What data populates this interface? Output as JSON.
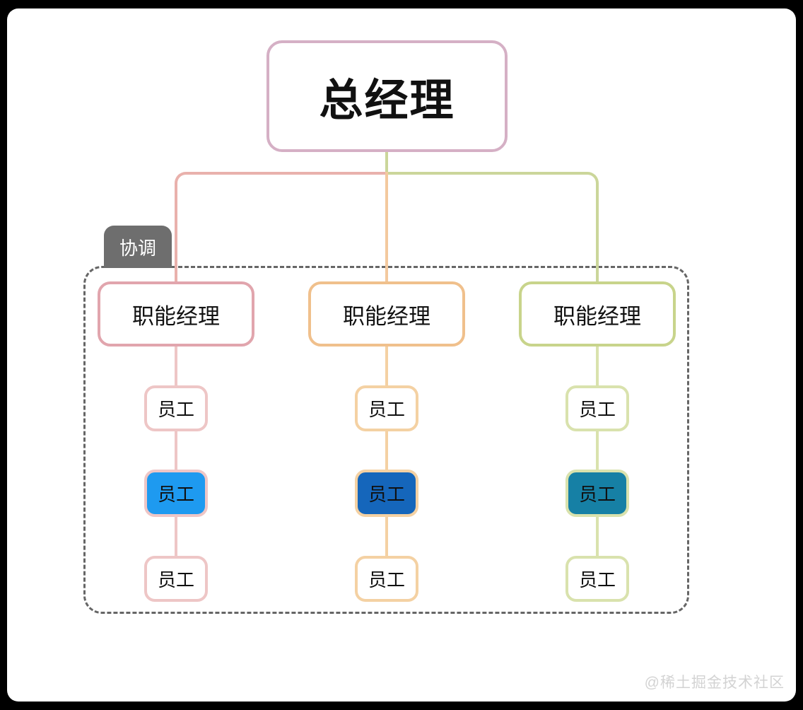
{
  "diagram": {
    "root": {
      "label": "总经理"
    },
    "coordination_tag": {
      "label": "协调"
    },
    "columns": [
      {
        "manager": {
          "label": "职能经理"
        },
        "employees": [
          {
            "label": "员工",
            "highlighted": false
          },
          {
            "label": "员工",
            "highlighted": true
          },
          {
            "label": "员工",
            "highlighted": false
          }
        ]
      },
      {
        "manager": {
          "label": "职能经理"
        },
        "employees": [
          {
            "label": "员工",
            "highlighted": false
          },
          {
            "label": "员工",
            "highlighted": true
          },
          {
            "label": "员工",
            "highlighted": false
          }
        ]
      },
      {
        "manager": {
          "label": "职能经理"
        },
        "employees": [
          {
            "label": "员工",
            "highlighted": false
          },
          {
            "label": "员工",
            "highlighted": true
          },
          {
            "label": "员工",
            "highlighted": false
          }
        ]
      }
    ],
    "watermark": "@稀土掘金技术社区"
  },
  "colors": {
    "canvas-bg": "#000000",
    "card-bg": "#ffffff",
    "node-text": "#111111",
    "ceo-border": "#d5b0c5",
    "dash-border": "#666666",
    "tab-bg": "#6e6e6e",
    "tab-fg": "#ffffff",
    "col1-branch": "#e9b1ac",
    "col1-manager-border": "#e1a5ad",
    "col1-emp-border": "#eec6c6",
    "col1-highlight": "#1e9af0",
    "col2-branch": "#f3c99e",
    "col2-manager-border": "#f0c08c",
    "col2-emp-border": "#f4d1a3",
    "col2-highlight": "#1566bb",
    "col3-branch": "#cbd69a",
    "col3-manager-border": "#c8d48b",
    "col3-emp-border": "#d9e2ad",
    "col3-highlight": "#1680a5",
    "watermark-fg": "#d3d3d3"
  }
}
